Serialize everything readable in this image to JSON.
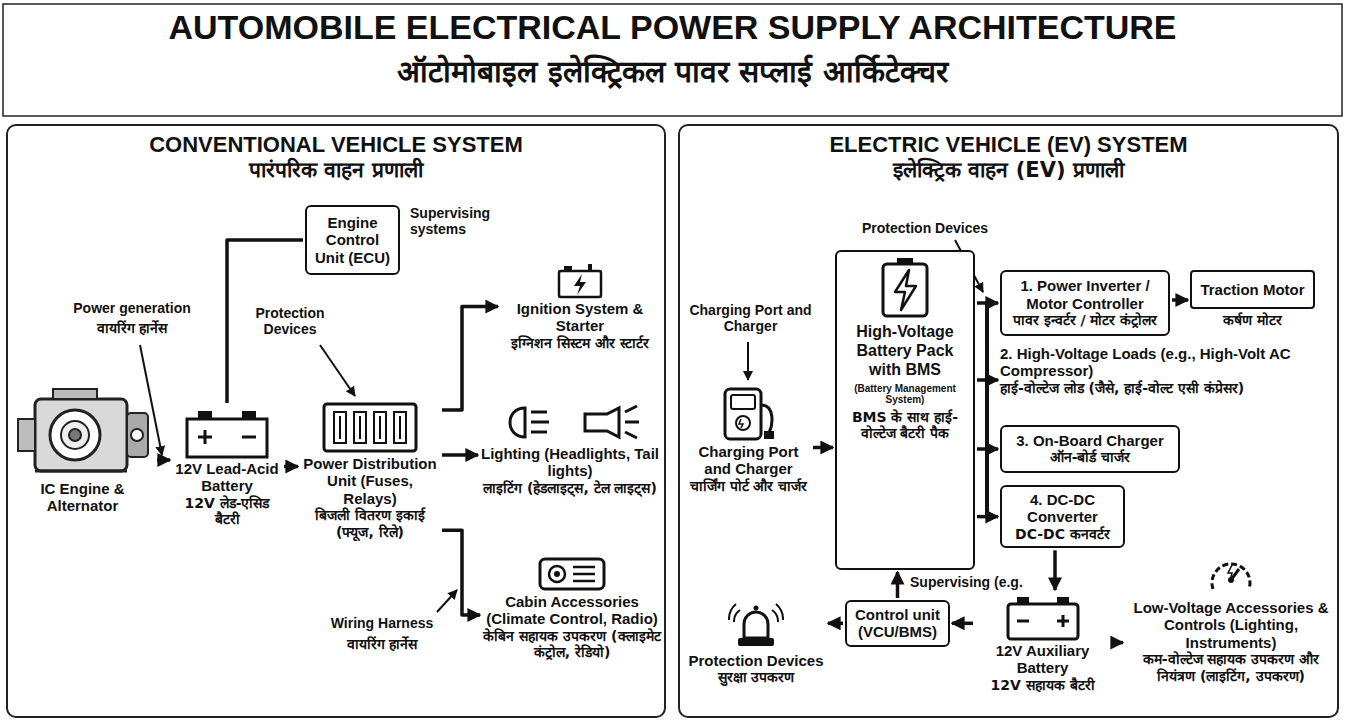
{
  "diagram": {
    "title": "AUTOMOBILE ELECTRICAL POWER SUPPLY ARCHITECTURE",
    "nodes": [
      {
        "text": [
          "CONVENTIONAL VEHICLE SYSTEM",
          "पारंपरिक वाहन प्रणाली"
        ]
      },
      {
        "text": [
          "IC Engine & Alternator"
        ],
        "in": 0
      },
      {
        "text": [
          "12V Lead-Acid Battery",
          "12V लेड-एसिड बैटरी"
        ],
        "in": 0
      },
      {
        "text": [
          "Engine Control Unit (ECU)"
        ],
        "in": 0
      },
      {
        "text": [
          "Power Distribution Unit (Fuses, Relays)",
          "बिजली वितरण इकाई (फ्यूज, रिले)"
        ],
        "in": 0
      },
      {
        "text": [
          "Ignition System & Starter",
          "इग्निशन सिस्टम और स्टार्टर"
        ],
        "in": 0
      },
      {
        "text": [
          "Lighting (Headlights, Tail lights)",
          "लाइटिंग (हेडलाइट्स, टेल लाइट्स)"
        ],
        "in": 0
      },
      {
        "text": [
          "Cabin Accessories (Climate Control, Radio)",
          "केबिन सहायक उपकरण (क्लाइमेट कंट्रोल, रेडियो)"
        ],
        "in": 0
      },
      {
        "text": [
          "ELECTRIC VEHICLE (EV) SYSTEM",
          "इलेक्ट्रिक वाहन (EV) प्रणाली"
        ]
      },
      {
        "text": [
          "Charging Port and Charger",
          "चार्जिंग पोर्ट और चार्जर"
        ],
        "in": 8
      },
      {
        "text": [
          "High-Voltage Battery Pack with BMS",
          "(Battery Management System)",
          "BMS के साथ हाई-वोल्टेज बैटरी पैक"
        ],
        "in": 8
      },
      {
        "text": [
          "1. Power Inverter / Motor Controller",
          "पावर इन्वर्टर / मोटर कंट्रोलर"
        ],
        "in": 8
      },
      {
        "text": [
          "Traction Motor",
          "कर्षण मोटर"
        ],
        "in": 8
      },
      {
        "text": [
          "2. High-Voltage Loads (e.g., High-Volt AC Compressor)",
          "हाई-वोल्टेज लोड (जैसे, हाई-वोल्ट एसी कंप्रेसर)"
        ],
        "in": 8
      },
      {
        "text": [
          "3. On-Board Charger",
          "ऑन-बोर्ड चार्जर"
        ],
        "in": 8
      },
      {
        "text": [
          "4. DC-DC Converter",
          "DC-DC कनवर्टर"
        ],
        "in": 8
      },
      {
        "text": [
          "12V Auxiliary Battery",
          "12V सहायक बैटरी"
        ],
        "in": 8
      },
      {
        "text": [
          "Low-Voltage Accessories & Controls (Lighting, Instruments)",
          "कम-वोल्टेज सहायक उपकरण और नियंत्रण (लाइटिंग, उपकरण)"
        ],
        "in": 8
      },
      {
        "text": [
          "Control unit (VCU/BMS)"
        ],
        "in": 8
      },
      {
        "text": [
          "Protection Devices",
          "सुरक्षा उपकरण"
        ],
        "in": 8
      }
    ],
    "edges": [
      {
        "from": 1,
        "to": 2,
        "arrow": "to"
      },
      {
        "from": 2,
        "to": 4,
        "arrow": "to"
      },
      {
        "from": 3,
        "to": 2,
        "arrow": "none"
      },
      {
        "from": 4,
        "to": 5,
        "arrow": "to"
      },
      {
        "from": 4,
        "to": 6,
        "arrow": "to"
      },
      {
        "from": 4,
        "to": 7,
        "arrow": "to"
      },
      {
        "from": 9,
        "to": 10,
        "arrow": "to"
      },
      {
        "from": 10,
        "to": 11,
        "arrow": "to"
      },
      {
        "from": 11,
        "to": 12,
        "arrow": "to"
      },
      {
        "from": 10,
        "to": 13,
        "arrow": "to"
      },
      {
        "from": 10,
        "to": 14,
        "arrow": "to"
      },
      {
        "from": 10,
        "to": 15,
        "arrow": "to"
      },
      {
        "from": 15,
        "to": 16,
        "arrow": "to"
      },
      {
        "from": 16,
        "to": 17,
        "arrow": "to"
      },
      {
        "from": 18,
        "to": 10,
        "arrow": "to"
      },
      {
        "from": 16,
        "to": 18,
        "arrow": "to"
      },
      {
        "from": 18,
        "to": 19,
        "arrow": "to"
      }
    ],
    "labels": [
      "ऑटोमोबाइल इलेक्ट्रिकल पावर सप्लाई आर्किटेक्चर",
      "Power generation",
      "वायरिंग हार्नेस",
      "Supervising systems",
      "Protection Devices",
      "Wiring Harness",
      "वायरिंग हार्नेस",
      "Protection Devices",
      "Charging Port and Charger",
      "Supervising (e.g."
    ]
  }
}
